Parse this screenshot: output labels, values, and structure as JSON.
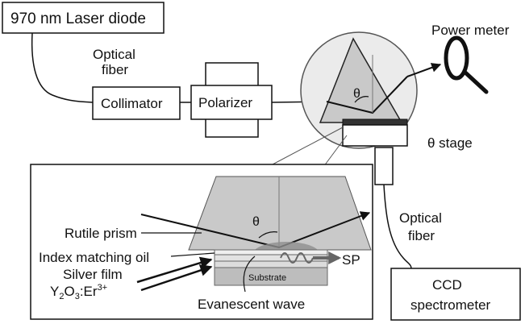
{
  "labels": {
    "laser": "970 nm Laser diode",
    "optical_fiber_1a": "Optical",
    "optical_fiber_1b": "fiber",
    "collimator": "Collimator",
    "polarizer": "Polarizer",
    "power_meter": "Power meter",
    "theta_top": "θ",
    "theta_stage": "θ stage",
    "optical_fiber_2a": "Optical",
    "optical_fiber_2b": "fiber",
    "ccd_a": "CCD",
    "ccd_b": "spectrometer",
    "rutile_prism": "Rutile prism",
    "theta_inset": "θ",
    "index_oil": "Index matching oil",
    "silver_film": "Silver film",
    "y2o3_base": "Y",
    "y2o3_sub2": "2",
    "y2o3_mid": "O",
    "y2o3_sub3": "3",
    "y2o3_end": ":Er",
    "y2o3_sup": "3+",
    "sp": "SP",
    "substrate": "Substrate",
    "evanescent": "Evanescent wave"
  },
  "colors": {
    "prism_fill": "#c9c9c9",
    "stage_fill": "#ebebeb",
    "substrate_fill": "#bdbdbd",
    "wave_fill": "#8f8f8f",
    "line": "#111111"
  }
}
